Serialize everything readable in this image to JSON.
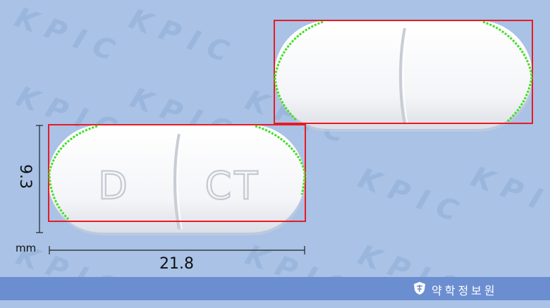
{
  "watermark": "KPIC",
  "pill": {
    "imprint_left": "D",
    "imprint_right": "CT",
    "body_color": "#f7f8fa",
    "outline_color": "#e81b23",
    "edge_marker_color": "#3fe021"
  },
  "dimensions": {
    "height": "9.3",
    "width": "21.8",
    "unit": "mm"
  },
  "footer": {
    "label": "약학정보원",
    "bar_color": "#6b8ed1"
  }
}
